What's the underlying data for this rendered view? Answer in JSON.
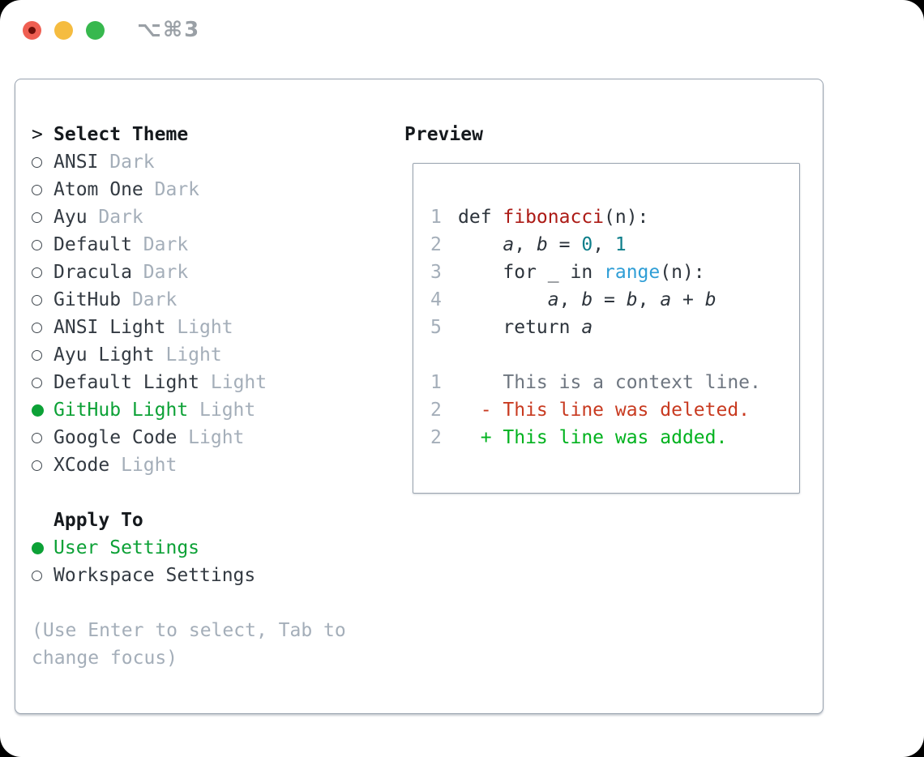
{
  "window": {
    "title": "⌥⌘3",
    "traffic_lights": [
      {
        "name": "close",
        "color": "#ef5f52"
      },
      {
        "name": "minimize",
        "color": "#f5bc40"
      },
      {
        "name": "zoom",
        "color": "#37b84e"
      }
    ]
  },
  "theme_picker": {
    "header_prefix": ">",
    "header": "Select Theme",
    "items": [
      {
        "name": "ANSI",
        "variant": "Dark",
        "selected": false
      },
      {
        "name": "Atom One",
        "variant": "Dark",
        "selected": false
      },
      {
        "name": "Ayu",
        "variant": "Dark",
        "selected": false
      },
      {
        "name": "Default",
        "variant": "Dark",
        "selected": false
      },
      {
        "name": "Dracula",
        "variant": "Dark",
        "selected": false
      },
      {
        "name": "GitHub",
        "variant": "Dark",
        "selected": false
      },
      {
        "name": "ANSI Light",
        "variant": "Light",
        "selected": false
      },
      {
        "name": "Ayu Light",
        "variant": "Light",
        "selected": false
      },
      {
        "name": "Default Light",
        "variant": "Light",
        "selected": false
      },
      {
        "name": "GitHub Light",
        "variant": "Light",
        "selected": true
      },
      {
        "name": "Google Code",
        "variant": "Light",
        "selected": false
      },
      {
        "name": "XCode",
        "variant": "Light",
        "selected": false
      }
    ]
  },
  "apply_to": {
    "header": "Apply To",
    "options": [
      {
        "name": "User Settings",
        "selected": true
      },
      {
        "name": "Workspace Settings",
        "selected": false
      }
    ]
  },
  "help_text": [
    "(Use Enter to select, Tab to",
    "change focus)"
  ],
  "preview": {
    "header": "Preview",
    "code_lines": [
      {
        "num": "1",
        "tokens": [
          {
            "t": "def ",
            "c": "default"
          },
          {
            "t": "fibonacci",
            "c": "function"
          },
          {
            "t": "(n):",
            "c": "default"
          }
        ]
      },
      {
        "num": "2",
        "tokens": [
          {
            "t": "    ",
            "c": "default"
          },
          {
            "t": "a",
            "c": "variable"
          },
          {
            "t": ", ",
            "c": "default"
          },
          {
            "t": "b",
            "c": "variable"
          },
          {
            "t": " = ",
            "c": "default"
          },
          {
            "t": "0",
            "c": "number"
          },
          {
            "t": ", ",
            "c": "default"
          },
          {
            "t": "1",
            "c": "number"
          }
        ]
      },
      {
        "num": "3",
        "tokens": [
          {
            "t": "    for _ in ",
            "c": "default"
          },
          {
            "t": "range",
            "c": "builtin"
          },
          {
            "t": "(n):",
            "c": "default"
          }
        ]
      },
      {
        "num": "4",
        "tokens": [
          {
            "t": "        ",
            "c": "default"
          },
          {
            "t": "a",
            "c": "variable"
          },
          {
            "t": ", ",
            "c": "default"
          },
          {
            "t": "b",
            "c": "variable"
          },
          {
            "t": " = ",
            "c": "default"
          },
          {
            "t": "b",
            "c": "variable"
          },
          {
            "t": ", ",
            "c": "default"
          },
          {
            "t": "a",
            "c": "variable"
          },
          {
            "t": " + ",
            "c": "default"
          },
          {
            "t": "b",
            "c": "variable"
          }
        ]
      },
      {
        "num": "5",
        "tokens": [
          {
            "t": "    return ",
            "c": "default"
          },
          {
            "t": "a",
            "c": "variable"
          }
        ]
      }
    ],
    "diff_lines": [
      {
        "num": "1",
        "kind": "context",
        "text": "    This is a context line."
      },
      {
        "num": "2",
        "kind": "deleted",
        "text": "  - This line was deleted."
      },
      {
        "num": "2",
        "kind": "added",
        "text": "  + This line was added."
      }
    ]
  },
  "colors": {
    "selection_green": "#0ca136",
    "diff_added_green": "#00b21e",
    "diff_deleted_red": "#c83a20",
    "diff_context_gray": "#6e7680",
    "muted_gray": "#a4aeb9",
    "code_default": "#2d343c",
    "code_function_red": "#ac1a15",
    "code_number_teal": "#0d7e8a",
    "code_builtin_blue": "#2f9ed6",
    "panel_border": "#99a3af",
    "title_gray": "#9aa0a6"
  }
}
